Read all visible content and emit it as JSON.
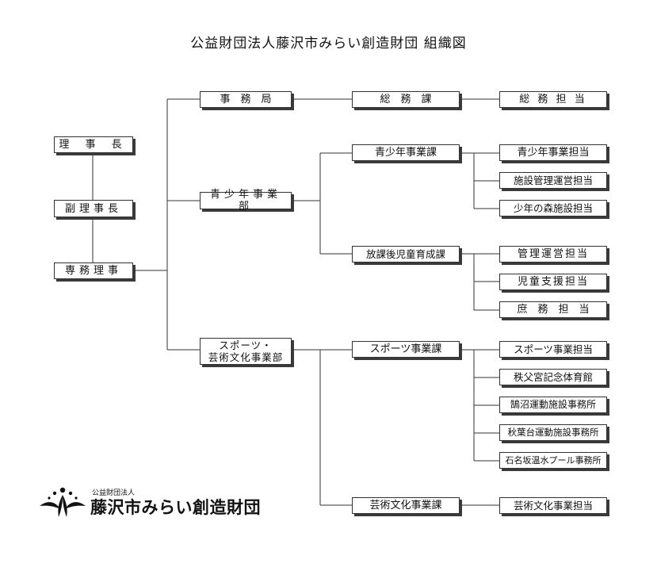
{
  "title": "公益財団法人藤沢市みらい創造財団 組織図",
  "executives": {
    "chairman": "理 事 長",
    "vice_chairman": "副理事長",
    "managing_director": "専務理事"
  },
  "departments": {
    "secretariat": "事　務　局",
    "youth": "青少年事業部",
    "sports_arts": "スポーツ・\n芸術文化事業部"
  },
  "sections": {
    "general_affairs": "総　務　課",
    "youth_business": "青少年事業課",
    "after_school": "放課後児童育成課",
    "sports_business": "スポーツ事業課",
    "arts_business": "芸術文化事業課"
  },
  "units": {
    "general_affairs": "総 務 担 当",
    "youth_business": "青少年事業担当",
    "facility_mgmt": "施設管理運営担当",
    "youth_forest": "少年の森施設担当",
    "mgmt_operation": "管理運営担当",
    "child_support": "児童支援担当",
    "clerical": "庶　務　担　当",
    "sports_business": "スポーツ事業担当",
    "chichibunomiya": "秩父宮記念体育館",
    "kugenuma": "鵠沼運動施設事務所",
    "akibadai": "秋葉台運動施設事務所",
    "ishinazaka": "石名坂温水プール事務所",
    "arts_business": "芸術文化事業担当"
  },
  "logo": {
    "subtitle": "公益財団法人",
    "name": "藤沢市みらい創造財団",
    "icon": "foundation-logo-icon"
  },
  "colors": {
    "line": "#333333",
    "shadow": "#3a3a3a",
    "logo": "#111111"
  }
}
